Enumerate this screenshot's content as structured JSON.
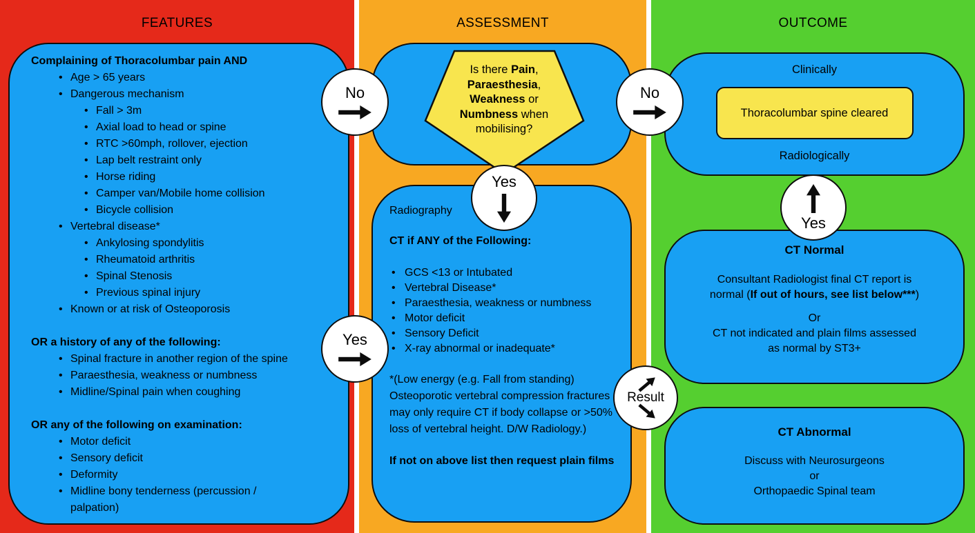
{
  "colors": {
    "red": "#E5291A",
    "orange": "#F8A822",
    "green": "#55CF30",
    "blue": "#18A0F3",
    "yellow": "#F8E54E",
    "circle_white": "#FFFFFF",
    "outline_black": "#0E0E0E"
  },
  "features": {
    "header": "FEATURES",
    "intro_bold": "Complaining of Thoracolumbar pain AND",
    "list1": [
      {
        "level": 1,
        "text": "Age > 65 years"
      },
      {
        "level": 1,
        "text": "Dangerous mechanism"
      },
      {
        "level": 2,
        "text": "Fall > 3m"
      },
      {
        "level": 2,
        "text": "Axial load to head or spine"
      },
      {
        "level": 2,
        "text": "RTC >60mph, rollover, ejection"
      },
      {
        "level": 2,
        "text": "Lap belt restraint only"
      },
      {
        "level": 2,
        "text": "Horse riding"
      },
      {
        "level": 2,
        "text": "Camper van/Mobile home collision"
      },
      {
        "level": 2,
        "text": "Bicycle collision"
      },
      {
        "level": 1,
        "text": "Vertebral disease*"
      },
      {
        "level": 2,
        "text": "Ankylosing spondylitis"
      },
      {
        "level": 2,
        "text": "Rheumatoid arthritis"
      },
      {
        "level": 2,
        "text": "Spinal Stenosis"
      },
      {
        "level": 2,
        "text": "Previous spinal injury"
      },
      {
        "level": 1,
        "text": "Known or at risk of Osteoporosis"
      }
    ],
    "or_history_bold": "OR a history of any of the following:",
    "list2": [
      {
        "text": "Spinal fracture in another region of the spine"
      },
      {
        "text": "Paraesthesia, weakness or numbness"
      },
      {
        "text": "Midline/Spinal pain when coughing"
      }
    ],
    "or_exam_bold": "OR any of the following on examination:",
    "list3": [
      {
        "text": "Motor deficit"
      },
      {
        "text": "Sensory deficit"
      },
      {
        "text": "Deformity"
      },
      {
        "text": "Midline bony tenderness (percussion / palpation)"
      }
    ]
  },
  "assessment": {
    "header": "ASSESSMENT",
    "pentagon": {
      "lines": [
        [
          {
            "t": "Is there "
          },
          {
            "t": "Pain"
          },
          {
            "t": ","
          }
        ],
        [
          {
            "t": "Paraesthesia"
          },
          {
            "t": ","
          }
        ],
        [
          {
            "t": "Weakness"
          },
          {
            "t": " or"
          }
        ],
        [
          {
            "t": "Numbness"
          },
          {
            "t": " when"
          }
        ],
        [
          {
            "t": "mobilising?"
          }
        ]
      ]
    },
    "radiography_label": "Radiography",
    "ct_heading_bold": "CT if ANY of the Following:",
    "ct_list": [
      {
        "text": "GCS <13 or Intubated"
      },
      {
        "text": "Vertebral Disease*"
      },
      {
        "text": "Paraesthesia, weakness or numbness"
      },
      {
        "text": "Motor deficit"
      },
      {
        "text": "Sensory Deficit"
      },
      {
        "text": "X-ray abnormal or inadequate*"
      }
    ],
    "footnote": "*(Low energy (e.g. Fall from standing) Osteoporotic vertebral compression fractures may only require CT if body collapse or >50% loss of vertebral height. D/W Radiology.)",
    "plain_films_bold": "If not on above list then request plain films"
  },
  "outcome": {
    "header": "OUTCOME",
    "cleared": {
      "clinically": "Clinically",
      "box_label": "Thoracolumbar spine cleared",
      "radiologically": "Radiologically"
    },
    "ct_normal": {
      "title": "CT Normal",
      "line1": "Consultant Radiologist final CT report is",
      "line2_pre": "normal (",
      "line2_bold": "If out of hours, see list below***",
      "line2_post": ")",
      "or": "Or",
      "line3": "CT not indicated and plain films assessed",
      "line4": "as normal by ST3+"
    },
    "ct_abnormal": {
      "title": "CT Abnormal",
      "line1": "Discuss with Neurosurgeons",
      "or": "or",
      "line2": "Orthopaedic Spinal team"
    }
  },
  "connectors": {
    "no_left": "No",
    "no_right": "No",
    "yes_left": "Yes",
    "yes_down": "Yes",
    "yes_up": "Yes",
    "result": "Result"
  }
}
